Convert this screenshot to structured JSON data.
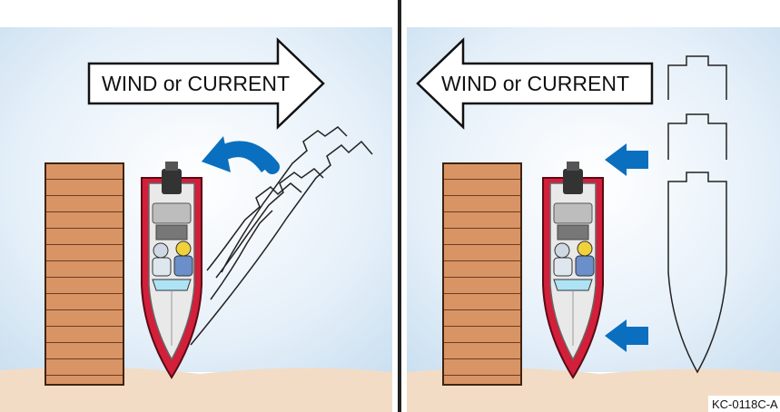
{
  "diagram": {
    "left_panel": {
      "wind_label": "WIND or CURRENT",
      "wind_direction": "right"
    },
    "right_panel": {
      "wind_label": "WIND or CURRENT",
      "wind_direction": "left"
    },
    "figure_code": "KC-0118C-A",
    "colors": {
      "water": "#dcebf6",
      "sand": "#f3dcc6",
      "dock": "#d99466",
      "boat_hull": "#d21f3a",
      "motion_arrow": "#0a6fbf"
    }
  }
}
